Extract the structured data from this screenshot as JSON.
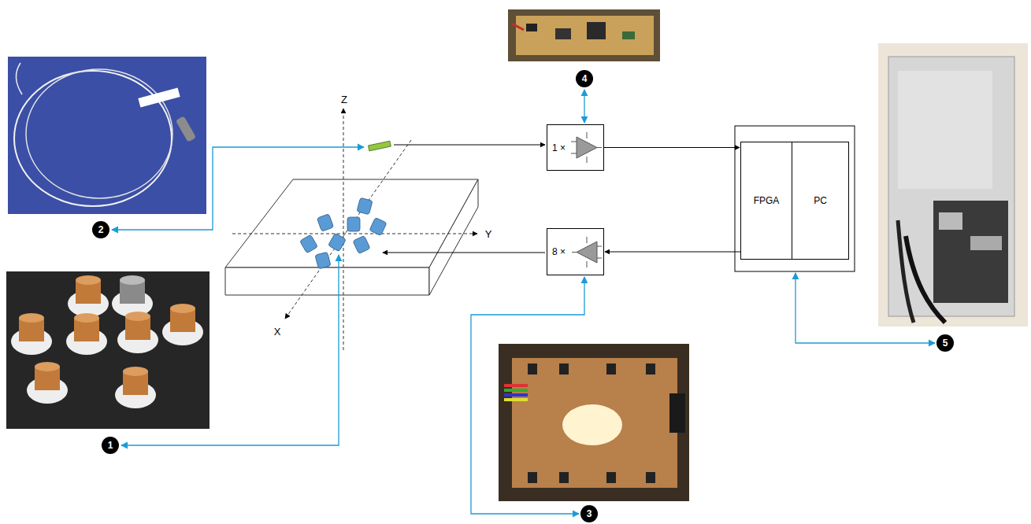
{
  "diagram": {
    "nodes": [
      {
        "text": [
          "1 ×"
        ]
      },
      {
        "text": [
          "8 ×"
        ]
      },
      {
        "text": [
          "FPGA"
        ]
      },
      {
        "text": [
          "PC"
        ]
      }
    ],
    "edges": [
      {
        "from": 0,
        "to": 2,
        "arrow": "to"
      },
      {
        "from": 2,
        "to": 1,
        "arrow": "to"
      }
    ],
    "labels": [
      "Z",
      "Y",
      "X",
      "1",
      "2",
      "3",
      "4",
      "5"
    ]
  }
}
